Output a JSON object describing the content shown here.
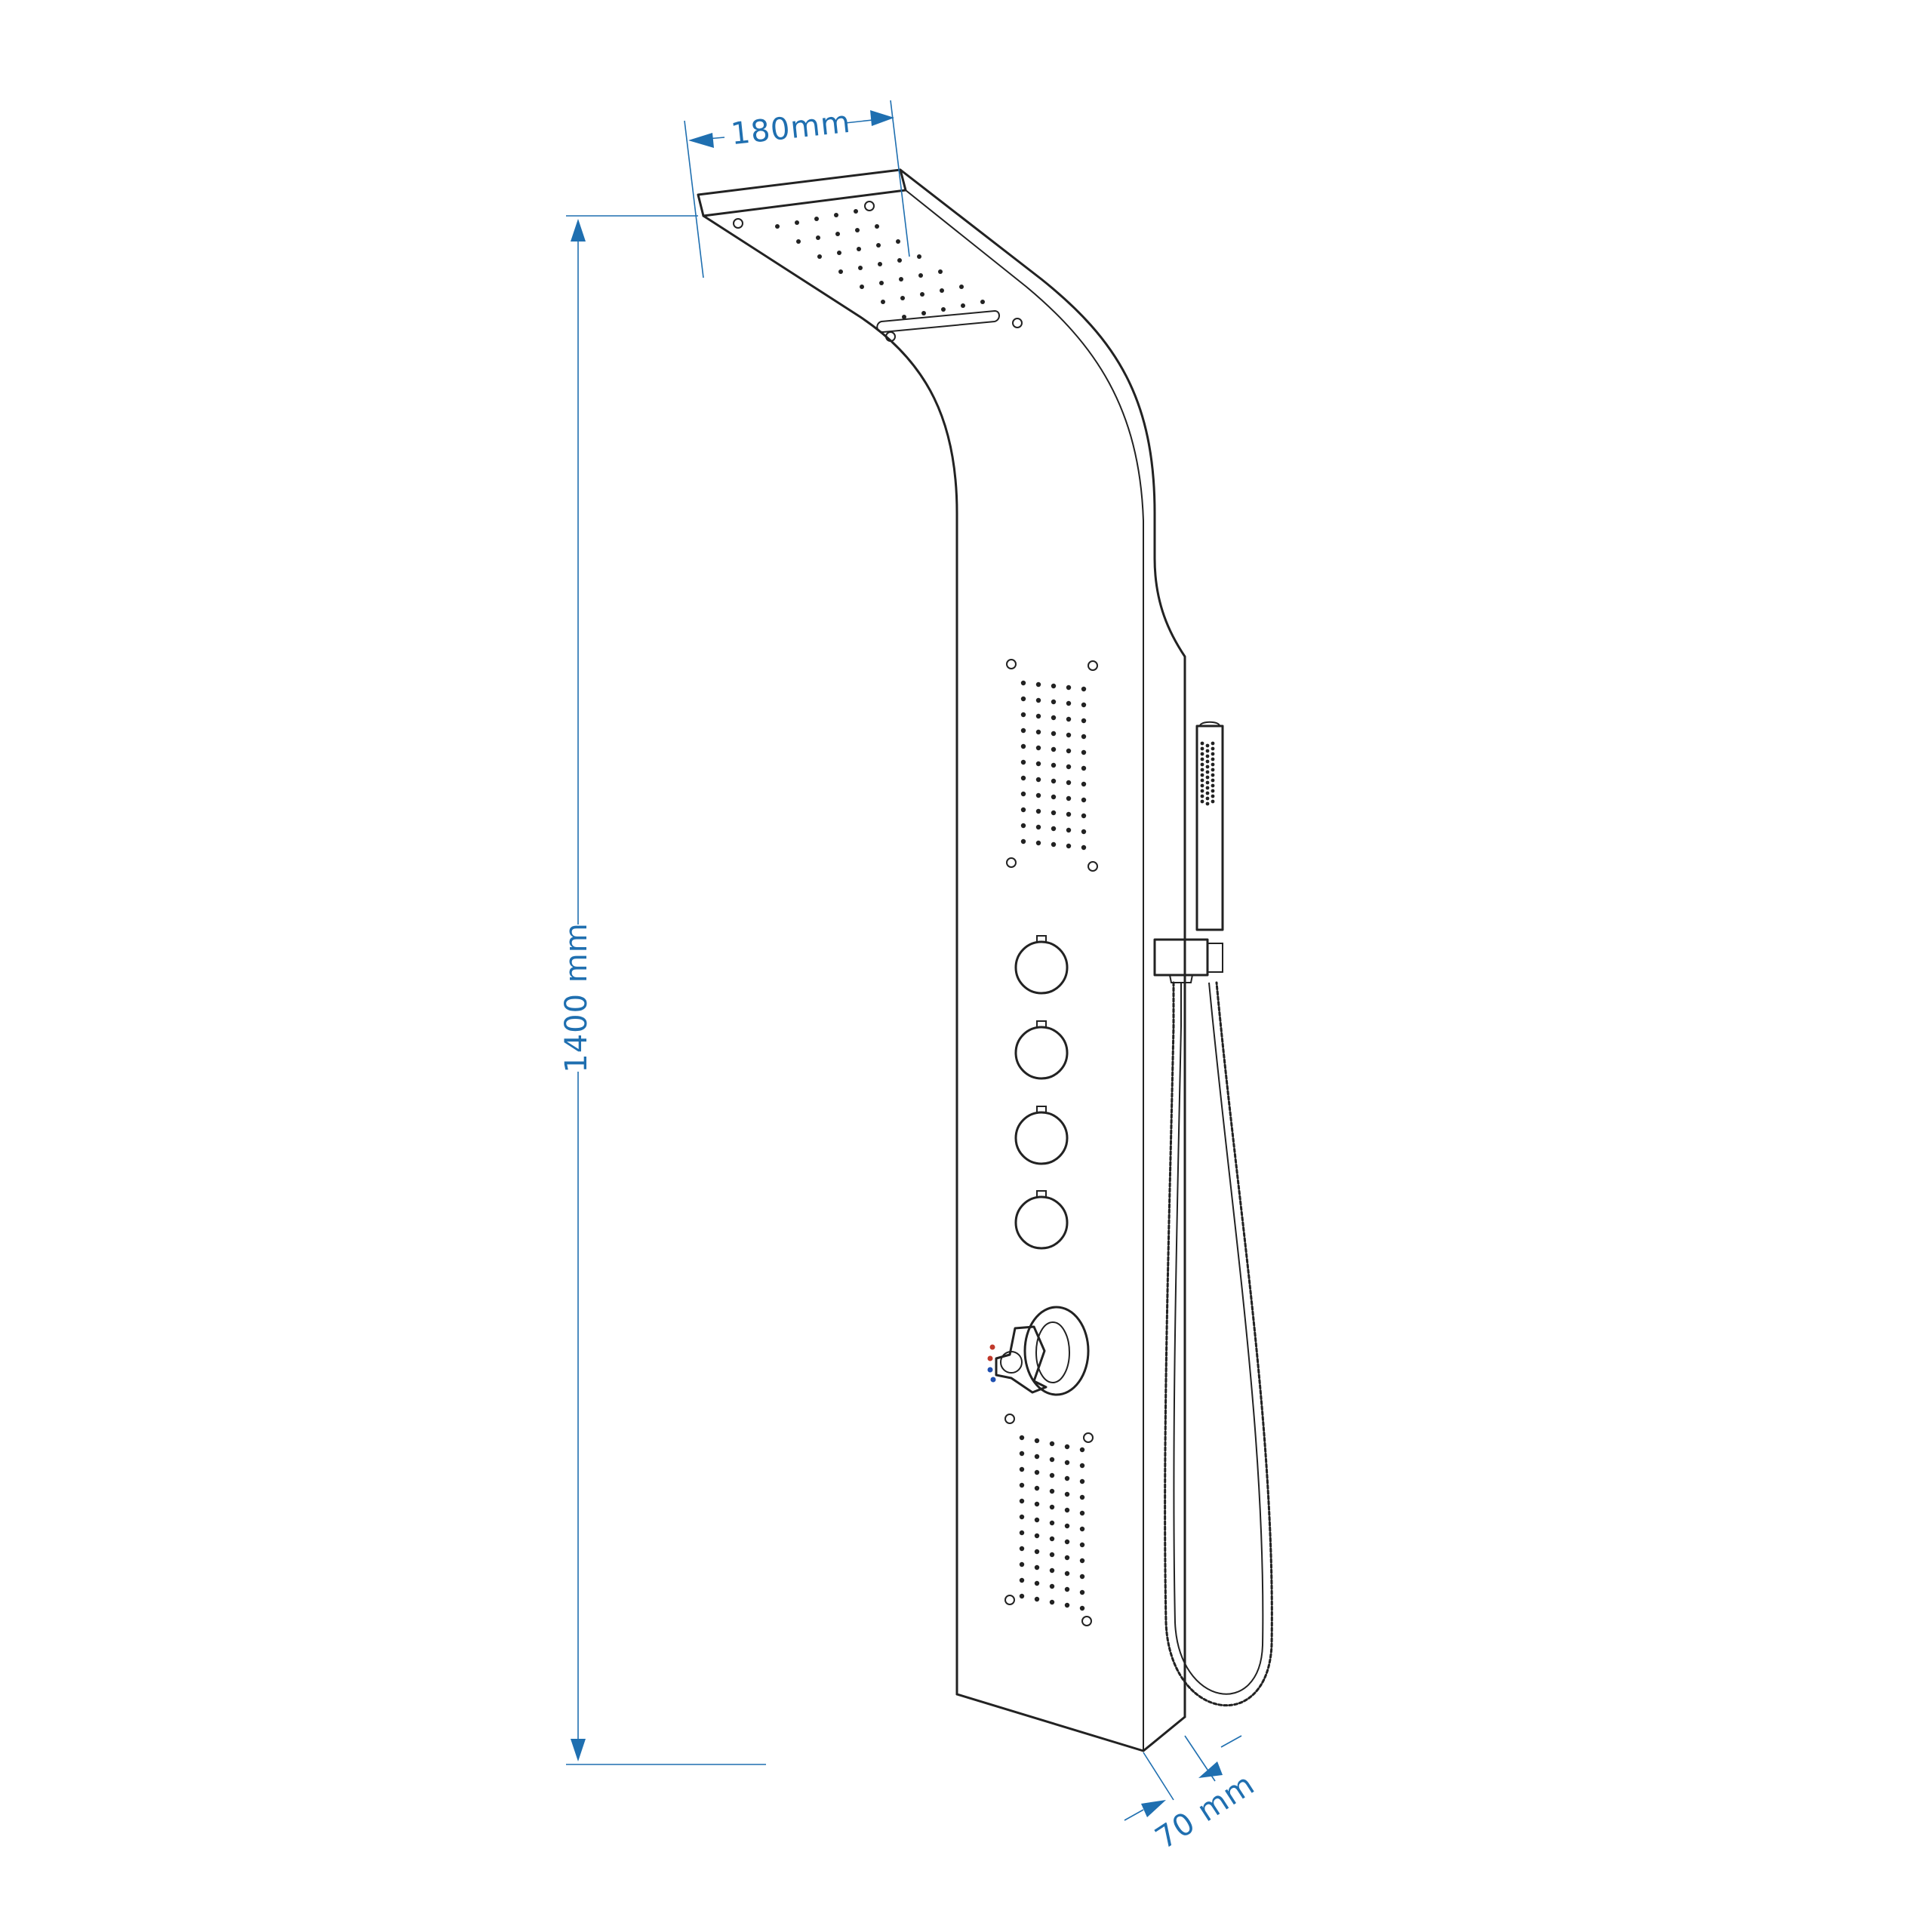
{
  "colors": {
    "line": "#222222",
    "dimension": "#1f6fb0",
    "hot": "#c0392b",
    "cold": "#1f4fb0"
  },
  "dimensions": {
    "width": "180mm",
    "height": "1400 mm",
    "depth": "70 mm"
  },
  "controls": {
    "function_knobs": 4,
    "thermostatic_mixer": 1,
    "body_jet_panels": 2
  }
}
